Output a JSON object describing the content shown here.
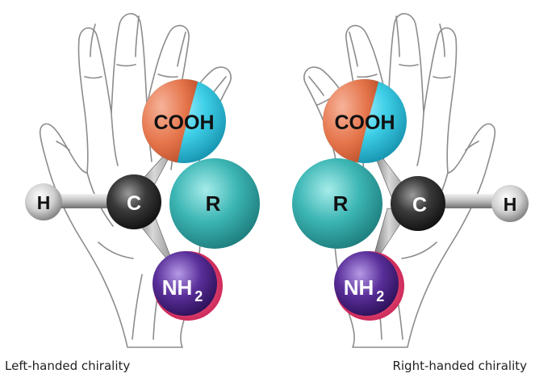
{
  "molecules": {
    "left": {
      "caption": "Left-handed chirality",
      "carboxyl": "COOH",
      "carbon": "C",
      "r_group": "R",
      "hydrogen": "H",
      "amine": "NH",
      "amine_sub": "2"
    },
    "right": {
      "caption": "Right-handed chirality",
      "carboxyl": "COOH",
      "carbon": "C",
      "r_group": "R",
      "hydrogen": "H",
      "amine": "NH",
      "amine_sub": "2"
    }
  },
  "colors": {
    "carboxyl_orange": "#e5744a",
    "carboxyl_cyan": "#3fd0e8",
    "r_teal": "#3cb6b4",
    "carbon_dark": "#2a2a2a",
    "hydrogen_gray": "#d9d9d9",
    "amine_purple": "#5a2f9a",
    "amine_pink": "#e23a6a",
    "hand_outline": "#8c8c8c"
  }
}
